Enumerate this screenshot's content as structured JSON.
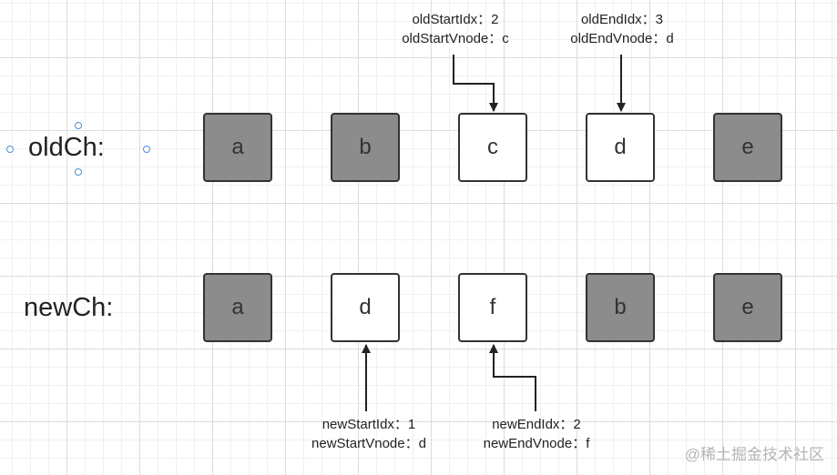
{
  "old_row": {
    "label": "oldCh:",
    "nodes": [
      {
        "text": "a",
        "fill": "#8c8c8c"
      },
      {
        "text": "b",
        "fill": "#8c8c8c"
      },
      {
        "text": "c",
        "fill": "#ffffff"
      },
      {
        "text": "d",
        "fill": "#ffffff"
      },
      {
        "text": "e",
        "fill": "#8c8c8c"
      }
    ]
  },
  "new_row": {
    "label": "newCh:",
    "nodes": [
      {
        "text": "a",
        "fill": "#8c8c8c"
      },
      {
        "text": "d",
        "fill": "#ffffff"
      },
      {
        "text": "f",
        "fill": "#ffffff"
      },
      {
        "text": "b",
        "fill": "#8c8c8c"
      },
      {
        "text": "e",
        "fill": "#8c8c8c"
      }
    ]
  },
  "annotations": {
    "old_start": {
      "line1": "oldStartIdx：2",
      "line2": "oldStartVnode：c"
    },
    "old_end": {
      "line1": "oldEndIdx：3",
      "line2": "oldEndVnode：d"
    },
    "new_start": {
      "line1": "newStartIdx：1",
      "line2": "newStartVnode：d"
    },
    "new_end": {
      "line1": "newEndIdx：2",
      "line2": "newEndVnode：f"
    }
  },
  "watermark": "@稀土掘金技术社区",
  "colors": {
    "filled_node": "#8c8c8c",
    "empty_node": "#ffffff",
    "border": "#333333",
    "selection_handle": "#4a90d9"
  }
}
